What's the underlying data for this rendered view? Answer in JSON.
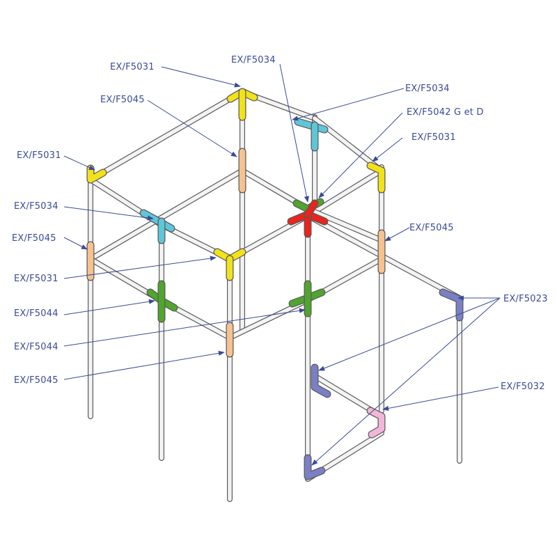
{
  "colors": {
    "pipe": "#f3f3f3",
    "pipe_edge": "#5a5a5a",
    "yellow": "#f2e21a",
    "cyan": "#5ec6d8",
    "orange": "#f6c28f",
    "green": "#4fa52d",
    "red": "#e8241c",
    "purple": "#7b7fc6",
    "pink": "#f2b6d8",
    "label": "#3a4a99"
  },
  "labels": [
    {
      "id": "l1",
      "text": "EX/F5031"
    },
    {
      "id": "l2",
      "text": "EX/F5034"
    },
    {
      "id": "l3",
      "text": "EX/F5045"
    },
    {
      "id": "l4",
      "text": "EX/F5034"
    },
    {
      "id": "l5",
      "text": "EX/F5042 G et D"
    },
    {
      "id": "l6",
      "text": "EX/F5031"
    },
    {
      "id": "l7",
      "text": "EX/F5031"
    },
    {
      "id": "l8",
      "text": "EX/F5034"
    },
    {
      "id": "l9",
      "text": "EX/F5045"
    },
    {
      "id": "l10",
      "text": "EX/F5045"
    },
    {
      "id": "l11",
      "text": "EX/F5031"
    },
    {
      "id": "l12",
      "text": "EX/F5023"
    },
    {
      "id": "l13",
      "text": "EX/F5044"
    },
    {
      "id": "l14",
      "text": "EX/F5044"
    },
    {
      "id": "l15",
      "text": "EX/F5032"
    },
    {
      "id": "l16",
      "text": "EX/F5045"
    }
  ]
}
